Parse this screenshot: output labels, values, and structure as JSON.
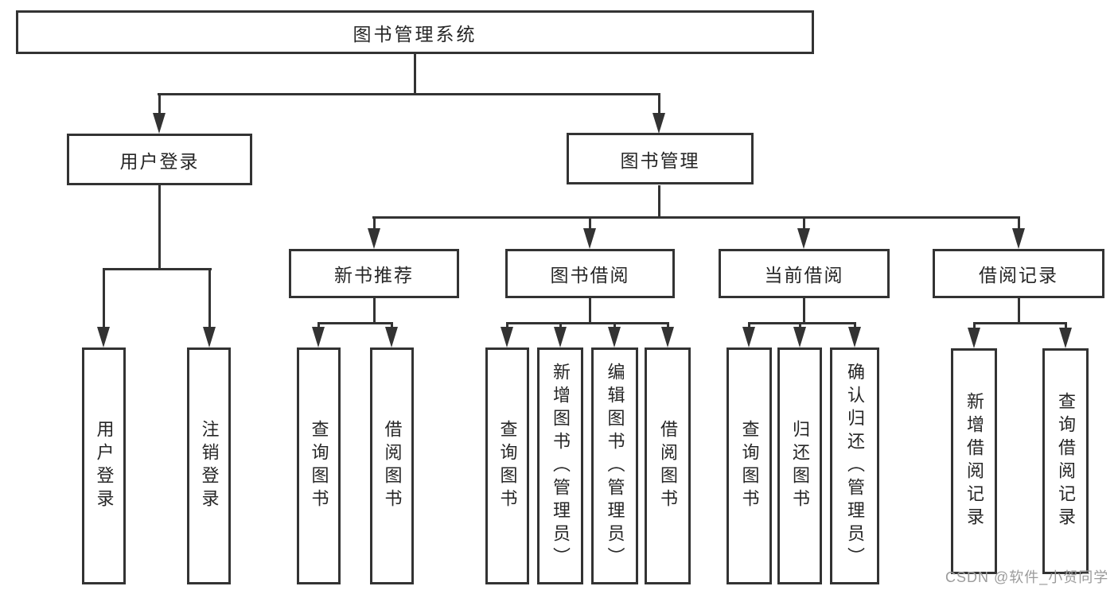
{
  "diagram": {
    "type": "hierarchy-tree",
    "colors": {
      "line": "#333333",
      "text": "#262626",
      "background": "#ffffff",
      "watermark": "#9b9b9b"
    },
    "tree": {
      "label": "图书管理系统",
      "children": [
        {
          "label": "用户登录",
          "children": [
            {
              "label": "用户登录"
            },
            {
              "label": "注销登录"
            }
          ]
        },
        {
          "label": "图书管理",
          "children": [
            {
              "label": "新书推荐",
              "children": [
                {
                  "label": "查询图书"
                },
                {
                  "label": "借阅图书"
                }
              ]
            },
            {
              "label": "图书借阅",
              "children": [
                {
                  "label": "查询图书"
                },
                {
                  "label": "新增图书（管理员）"
                },
                {
                  "label": "编辑图书（管理员）"
                },
                {
                  "label": "借阅图书"
                }
              ]
            },
            {
              "label": "当前借阅",
              "children": [
                {
                  "label": "查询图书"
                },
                {
                  "label": "归还图书"
                },
                {
                  "label": "确认归还（管理员）"
                }
              ]
            },
            {
              "label": "借阅记录",
              "children": [
                {
                  "label": "新增借阅记录"
                },
                {
                  "label": "查询借阅记录"
                }
              ]
            }
          ]
        }
      ]
    }
  },
  "watermark": {
    "text": "CSDN @软件_小贺同学"
  }
}
